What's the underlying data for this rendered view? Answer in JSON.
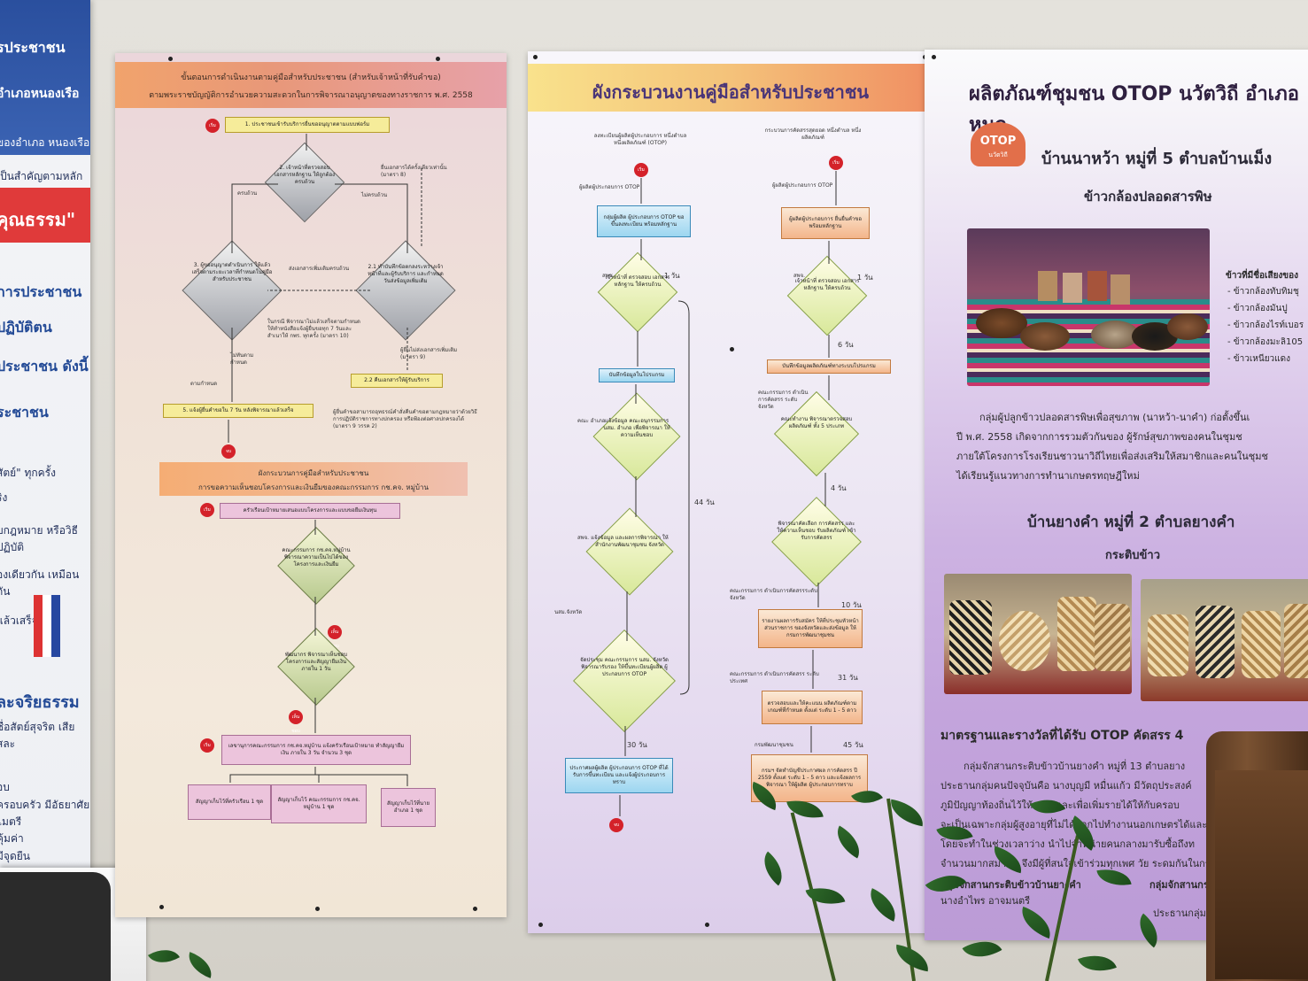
{
  "left_banner": {
    "lines": [
      "รประชาชน",
      "อำเภอหนองเรือ",
      "ของอำเภอ หนองเรือ",
      "เป็นสำคัญตามหลักนิยม",
      "คุณธรรม\"",
      "การประชาชน",
      "ปฏิบัติตน",
      "ประชาชน ดังนี้",
      "ระชาชน",
      "สัตย์\" ทุกครั้ง",
      "ริง",
      "บกฎหมาย หรือวิธีปฏิบัติ",
      "องเดียวกัน เหมือนกัน",
      "แล้วเสร็จ",
      "ละจริยธรรม",
      "ซื่อสัตย์สุจริต เสียสละ",
      "อบ",
      "ครอบครัว มีอัธยาศัยไมตรี",
      "คุ้มค่า",
      "มีจุดยืน"
    ]
  },
  "poster1": {
    "title_line1": "ขั้นตอนการดำเนินงานตามคู่มือสำหรับประชาชน (สำหรับเจ้าหน้าที่รับคำขอ)",
    "title_line2": "ตามพระราชบัญญัติการอำนวยความสะดวกในการพิจารณาอนุญาตของทางราชการ พ.ศ. 2558",
    "start_label": "เริ่ม",
    "end_label": "จบ",
    "step1": "1. ประชาชนเข้ารับบริการยื่นขออนุญาตตามแบบฟอร์ม",
    "step2": "2. เจ้าหน้าที่ตรวจสอบเอกสารหลักฐาน ให้ถูกต้องครบถ้วน",
    "label_complete": "ครบถ้วน",
    "label_incomplete": "ไม่ครบถ้วน",
    "note_once": "ยื่นเอกสารได้ครั้งเดียวเท่านั้น (มาตรา 8)",
    "step3": "3. ผู้ขออนุญาตดำเนินการ ให้แล้วเสร็จตามระยะเวลาที่กำหนดในคู่มือสำหรับประชาชน",
    "step21": "2.1 ทำบันทึกข้อตกลงระหว่างเจ้าหน้าที่และผู้รับบริการ และกำหนดวันส่งข้อมูลเพิ่มเติม",
    "note_send": "ส่งเอกสารเพิ่มเติมครบถ้วน",
    "note_case": "ในกรณี พิจารณาไม่แล้วเสร็จตามกำหนดให้ทำหนังสือแจ้งผู้ยื่นขอทุก 7 วันและสำเนาให้ กพร. ทุกครั้ง (มาตรา 10)",
    "label_late": "ไม่ทันตามกำหนด",
    "label_ontime": "ตามกำหนด",
    "note_nosend": "ผู้ยื่นไม่ส่งเอกสารเพิ่มเติม (มาตรา 9)",
    "step22": "2.2 คืนเอกสารให้ผู้รับบริการ",
    "note_appeal": "ผู้ยื่นคำขอสามารถอุทธรณ์คำสั่งคืนคำขอตามกฎหมายว่าด้วยวิธีการปฏิบัติราชการทางปกครอง หรือฟ้องต่อศาลปกครองได้ (มาตรา 9 วรรค 2)",
    "step5": "5. แจ้งผู้ยื่นคำขอใน 7 วัน หลังพิจารณาแล้วเสร็จ",
    "sub_title1": "ผังกระบวนการคู่มือสำหรับประชาชน",
    "sub_title2": "การขอความเห็นชอบโครงการและเงินยืมของคณะกรรมการ กช.คจ. หมู่บ้าน",
    "s1": "ครัวเรือนเป้าหมายเสนอแบบโครงการและแบบขอยืมเงินทุน",
    "d1": "คณะกรรมการ กช.คจ.หมู่บ้าน พิจารณาความเป็นไปได้ของโครงการและเงินยืม",
    "pass_label": "เห็นชอบ",
    "d2": "พัฒนากร พิจารณาเห็นชอบโครงการและสัญญายืมเงิน ภายใน 1 วัน",
    "s2": "เลขานุการคณะกรรมการ กช.คจ.หมู่บ้าน แจ้งครัวเรือนเป้าหมาย ทำสัญญายืมเงิน ภายใน 3 วัน จำนวน 3 ชุด",
    "c1": "สัญญาเก็บไว้ที่ครัวเรือน 1 ชุด",
    "c2": "สัญญาเก็บไว้ คณะกรรมการ กช.คจ. หมู่บ้าน 1 ชุด",
    "c3": "สัญญาเก็บไว้ที่นายอำเภอ 1 ชุด"
  },
  "poster2": {
    "title": "ผังกระบวนงานคู่มือสำหรับประชาชน",
    "left": {
      "heading": "ลงทะเบียนผู้ผลิตผู้ประกอบการ หนึ่งตำบล หนึ่งผลิตภัณฑ์ (OTOP)",
      "start": "เริ่ม",
      "actor1": "ผู้ผลิตผู้ประกอบการ OTOP",
      "b1": "กลุ่มผู้ผลิต ผู้ประกอบการ OTOP ขอขึ้นลงทะเบียน พร้อมหลักฐาน",
      "actor2": "สพช.",
      "t1": "1 วัน",
      "d1": "เจ้าหน้าที่ ตรวจสอบ เอกสารหลักฐาน ให้ครบถ้วน",
      "b2": "บันทึกข้อมูลในโปรแกรม",
      "actor3": "คณะ อำเภอ",
      "d2": "แจ้งข้อมูล คณะอนุกรรมการ นสม. อำเภอ เพื่อพิจารณา ให้ความเห็นชอบ",
      "total": "44 วัน",
      "actor4": "สพจ.",
      "d3": "แจ้งข้อมูล และผลการพิจารณา ให้สำนักงานพัฒนาชุมชน จังหวัด",
      "actor5": "นสม.จังหวัด",
      "d4": "จัดประชุม คณะกรรมการ นสม. จังหวัด พิจารณารับรอง ให้ขึ้นทะเบียนผู้ผลิต ผู้ประกอบการ OTOP",
      "t2": "30 วัน",
      "b3": "ประกาศผลผู้ผลิต ผู้ประกอบการ OTOP ที่ได้รับการขึ้นทะเบียน และแจ้งผู้ประกอบการทราบ",
      "end": "จบ"
    },
    "right": {
      "heading": "กระบวนการคัดสรรสุดยอด หนึ่งตำบล หนึ่งผลิตภัณฑ์",
      "start": "เริ่ม",
      "actor1": "ผู้ผลิตผู้ประกอบการ OTOP",
      "b1": "ผู้ผลิตผู้ประกอบการ ยื่นยื่นคำขอ พร้อมหลักฐาน",
      "actor2": "สพจ.",
      "t1": "1 วัน",
      "d1": "เจ้าหน้าที่ ตรวจสอบ เอกสารหลักฐาน ให้ครบถ้วน",
      "t2": "6 วัน",
      "b2": "บันทึกข้อมูลผลิตภัณฑ์ทางระบบโปรแกรม",
      "actor3": "คณะกรรมการ ดำเนินการคัดสรร ระดับจังหวัด",
      "d2": "คณะทำงาน พิจารณาตรวจสอบ ผลิตภัณฑ์ ทั้ง 5 ประเภท",
      "t3": "4 วัน",
      "d3": "พิจารณาคัดเลือก การคัดสรร และให้ความเห็นชอบ รับผลิตภัณฑ์ เข้ารับการคัดสรร",
      "actor4": "คณะกรรมการ ดำเนินการคัดสรรระดับจังหวัด",
      "t4": "10 วัน",
      "b3": "รายงานผลการรับสมัคร ให้ที่ประชุมหัวหน้าส่วนราชการ ของจังหวัดและส่งข้อมูล ให้กรมการพัฒนาชุมชน",
      "actor5": "คณะกรรมการ ดำเนินการคัดสรร ระดับประเทศ",
      "t5": "31 วัน",
      "b4": "ตรวจสอบและให้คะแนน ผลิตภัณฑ์ตามเกณฑ์ที่กำหนด ตั้งแต่ ระดับ 1 - 5 ดาว",
      "actor6": "กรมพัฒนาชุมชน",
      "t6": "45 วัน",
      "b5": "กรมฯ จัดทำบัญชีประกาศผล การคัดสรร ปี 2559 ตั้งแต่ ระดับ 1 - 5 ดาว และแจ้งผลการพิจารณา ให้ผู้ผลิต ผู้ประกอบการทราบ"
    }
  },
  "poster3": {
    "title": "ผลิตภัณฑ์ชุมชน OTOP นวัตวิถี อำเภอหนล",
    "logo_text": "OTOP",
    "logo_sub": "นวัตวิถี",
    "village1": "บ้านนาหว้า หมู่ที่ 5 ตำบลบ้านเม็ง",
    "product1": "ข้าวกล้องปลอดสารพิษ",
    "famous_heading": "ข้าวที่มีชื่อเสียงของ",
    "famous_items": [
      "- ข้าวกล้องทับทิมชุ",
      "- ข้าวกล้องมันปู",
      "- ข้าวกล้องไรท์เบอร",
      "- ข้าวกล้องมะลิ105",
      "- ข้าวเหนียวแดง"
    ],
    "para1_line1": "กลุ่มผู้ปลูกข้าวปลอดสารพิษเพื่อสุขภาพ (นาหว้า-นาคำ) ก่อตั้งขึ้นเ",
    "para1_line2": "ปี พ.ศ. 2558 เกิดจากการรวมตัวกันของ ผู้รักษ์สุขภาพของคนในชุมช",
    "para1_line3": "ภายใต้โครงการโรงเรียนชาวนาวิถีไทยเพื่อส่งเสริมให้สมาชิกและคนในชุมช",
    "para1_line4": "ได้เรียนรู้แนวทางการทำนาเกษตรทฤษฎีใหม่",
    "village2": "บ้านยางคำ หมู่ที่ 2 ตำบลยางคำ",
    "product2": "กระติบข้าว",
    "standards": "มาตรฐานและรางวัลที่ได้รับ OTOP คัดสรร 4",
    "para2_line1": "กลุ่มจักสานกระติบข้าวบ้านยางคำ หมู่ที่ 13 ตำบลยาง",
    "para2_line2": "ประธานกลุ่มคนปัจจุบันคือ นางบุญมี หมื่นแก้ว มีวัตถุประสงค์",
    "para2_line3": "ภูมิปัญญาท้องถิ่นไว้ให้คงอยู่และเพื่อเพิ่มรายได้ให้กับครอบ",
    "para2_line4": "จะเป็นเฉพาะกลุ่มผู้สูงอายุที่ไม่ได้ออกไปทำงานนอกเกษตรได้และอยู่เ",
    "para2_line5": "โดยจะทำในช่วงเวลาว่าง นำไปจำหน่ายคนกลางมารับซื้อถึงท",
    "para2_line6": "จำนวนมากสมาชิก จึงมีผู้ที่สนใจเข้าร่วมทุกเพศ วัย ระดมกันในกร",
    "footer_label1": "กลุ่มจักสานกระติบข้าวบ้านยางคำ",
    "footer_label2": "กลุ่มจักสานกระติบ",
    "footer_name1": "นางอำไพร อาจมนตรี",
    "footer_name2": "ประธานกลุ่ม"
  }
}
